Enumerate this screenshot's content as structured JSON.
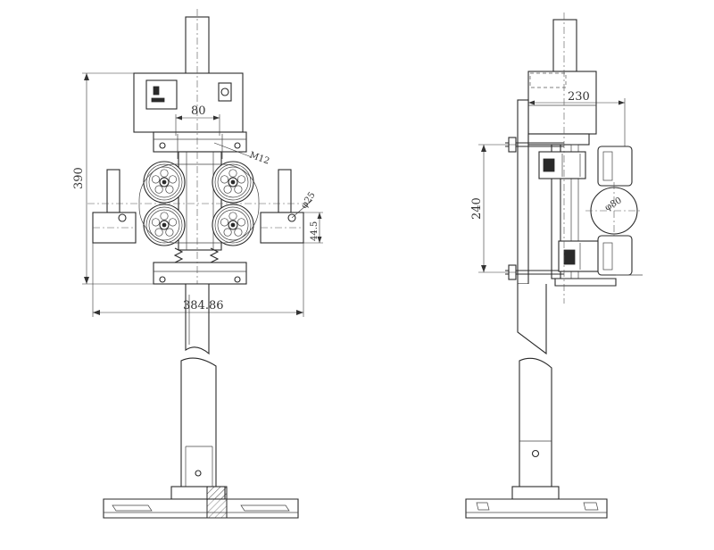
{
  "front_view": {
    "dim_overall_height": "390",
    "dim_overall_width": "384.86",
    "dim_box_width": "80",
    "dim_bolt": "M12",
    "dim_pin_dia": "φ25",
    "dim_pin_height": "44.5"
  },
  "side_view": {
    "dim_depth": "230",
    "dim_roller_span": "240",
    "dim_roller_dia": "φ80"
  }
}
